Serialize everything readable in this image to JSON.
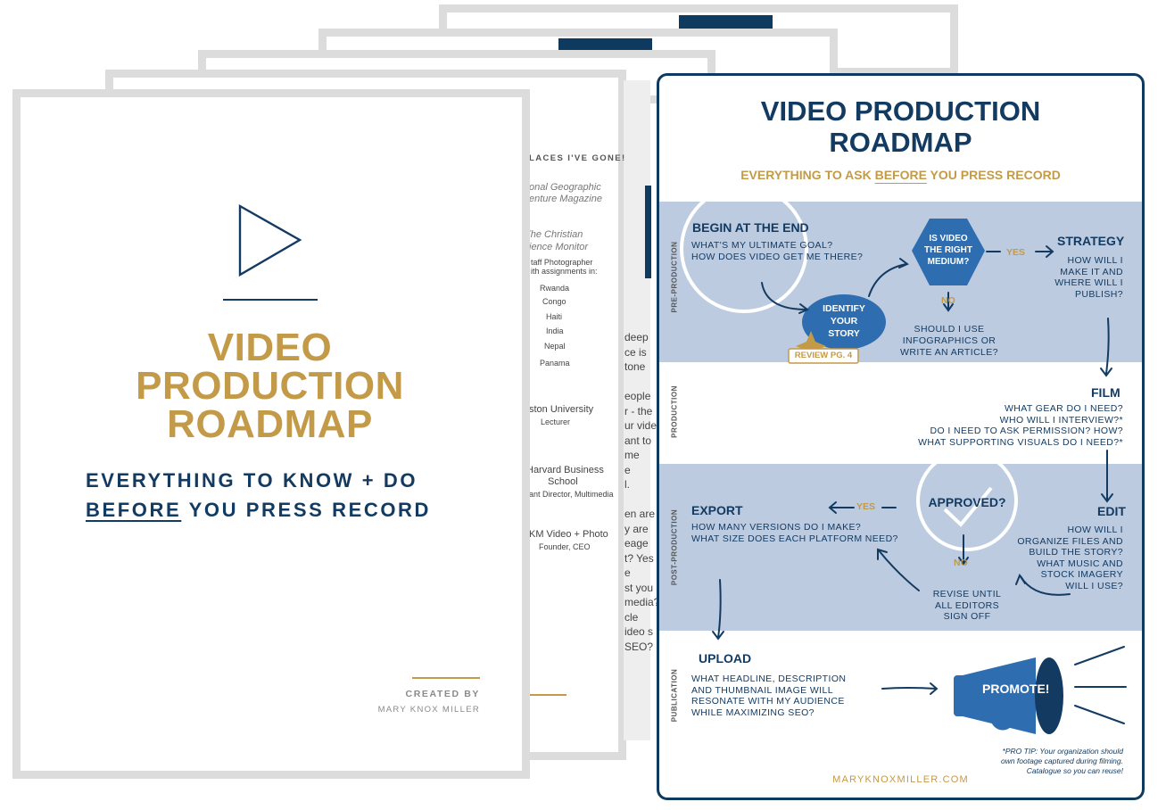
{
  "cover": {
    "title_lines": [
      "VIDEO",
      "PRODUCTION",
      "ROADMAP"
    ],
    "subtitle_line1": "EVERYTHING TO KNOW + DO",
    "subtitle_before": "BEFORE",
    "subtitle_rest": " YOU PRESS RECORD",
    "created_by": "CREATED BY",
    "author": "MARY KNOX MILLER",
    "icon": "play-icon"
  },
  "bio": {
    "header": "LACES I'VE GONE!",
    "natgeo_1": "onal Geographic",
    "natgeo_2": "enture Magazine",
    "csm_1": "The Christian",
    "csm_2": "ience Monitor",
    "staff_1": "taff Photographer",
    "staff_2": "ith assignments in:",
    "places": [
      "Rwanda",
      "Congo",
      "Haiti",
      "India",
      "Nepal",
      "Panama"
    ],
    "bu": "ston University",
    "bu_role": "Lecturer",
    "hbs_1": "Harvard Business",
    "hbs_2": "School",
    "hbs_role": "ant Director, Multimedia",
    "km": "KM Video + Photo",
    "km_role": "Founder, CEO",
    "body_lines": [
      "deep",
      "ce is",
      "tone",
      "",
      "eople",
      "r - the",
      "ur vide",
      "ant to",
      "me",
      "e",
      "l.",
      "",
      "en are",
      "y are",
      "eage",
      "t? Yes",
      "e",
      "st you",
      "media?",
      "cle",
      "ideo s",
      "SEO?"
    ]
  },
  "roadmap": {
    "title_1": "VIDEO PRODUCTION",
    "title_2": "ROADMAP",
    "subtitle_a": "EVERYTHING TO ASK ",
    "subtitle_before": "BEFORE",
    "subtitle_b": " YOU PRESS RECORD",
    "phases": [
      "PRE-PRODUCTION",
      "PRODUCTION",
      "POST-PRODUCTION",
      "PUBLICATION"
    ],
    "begin_title": "BEGIN AT THE END",
    "begin_q1": "WHAT'S MY ULTIMATE GOAL?",
    "begin_q2": "HOW DOES VIDEO GET ME THERE?",
    "identify_1": "IDENTIFY",
    "identify_2": "YOUR",
    "identify_3": "STORY",
    "review": "REVIEW PG. 4",
    "hex_1": "IS VIDEO",
    "hex_2": "THE RIGHT",
    "hex_3": "MEDIUM?",
    "yes": "YES",
    "no": "NO",
    "alt_1": "SHOULD I USE",
    "alt_2": "INFOGRAPHICS OR",
    "alt_3": "WRITE AN ARTICLE?",
    "strategy_title": "STRATEGY",
    "strategy_q": [
      "HOW WILL I",
      "MAKE IT AND",
      "WHERE WILL I",
      "PUBLISH?"
    ],
    "film_title": "FILM",
    "film_q": [
      "WHAT GEAR DO I NEED?",
      "WHO WILL I INTERVIEW?*",
      "DO I NEED TO ASK PERMISSION? HOW?",
      "WHAT SUPPORTING VISUALS DO I NEED?*"
    ],
    "export_title": "EXPORT",
    "export_q1": "HOW MANY VERSIONS DO I MAKE?",
    "export_q2": "WHAT SIZE DOES EACH PLATFORM NEED?",
    "approved": "APPROVED?",
    "revise": [
      "REVISE UNTIL",
      "ALL EDITORS",
      "SIGN OFF"
    ],
    "edit_title": "EDIT",
    "edit_q": [
      "HOW WILL I",
      "ORGANIZE FILES AND",
      "BUILD THE STORY?",
      "WHAT MUSIC AND",
      "STOCK IMAGERY",
      "WILL I USE?"
    ],
    "upload_title": "UPLOAD",
    "upload_q": [
      "WHAT HEADLINE, DESCRIPTION",
      "AND THUMBNAIL IMAGE  WILL",
      "RESONATE WITH MY AUDIENCE",
      "WHILE  MAXIMIZING SEO?"
    ],
    "promote": "PROMOTE!",
    "tip": [
      "*PRO TIP: Your organization should",
      "own footage captured during filming.",
      "Catalogue so you can reuse!"
    ],
    "website": "MARYKNOXMILLER.COM"
  }
}
